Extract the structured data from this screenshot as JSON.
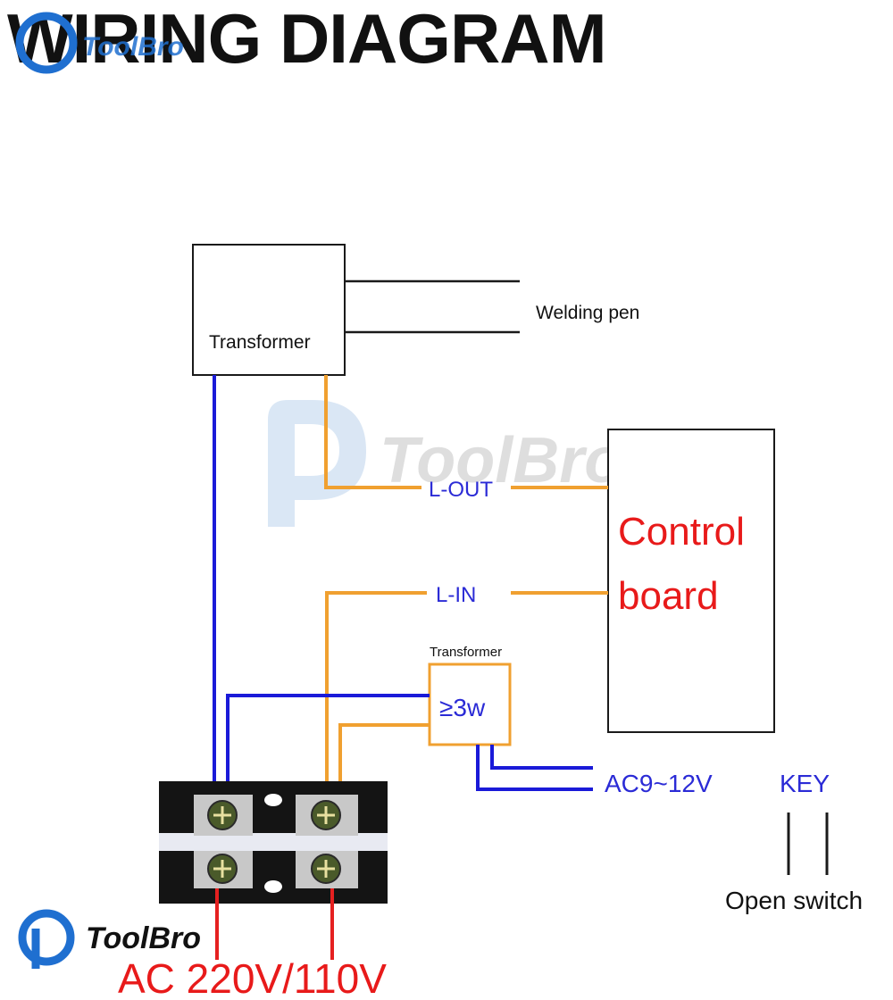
{
  "title": "WIRING DIAGRAM",
  "brand": "ToolBro",
  "colors": {
    "neutral_wire": "#1a1ad8",
    "live_wire": "#f0a030",
    "mains_wire": "#e52020",
    "label_blue": "#2b2bd6",
    "label_red": "#e81a1a",
    "box_stroke": "#1a1a1a",
    "watermark": "#bcd3ec"
  },
  "components": {
    "main_transformer": "Transformer",
    "welding_pen": "Welding pen",
    "control_board_line1": "Control",
    "control_board_line2": "board",
    "small_transformer": "Transformer",
    "small_transformer_rating": "≥3w"
  },
  "wires": {
    "l_out": "L-OUT",
    "l_in": "L-IN",
    "ac_low": "AC9~12V",
    "key": "KEY",
    "open_switch": "Open switch",
    "mains": "AC 220V/110V"
  }
}
